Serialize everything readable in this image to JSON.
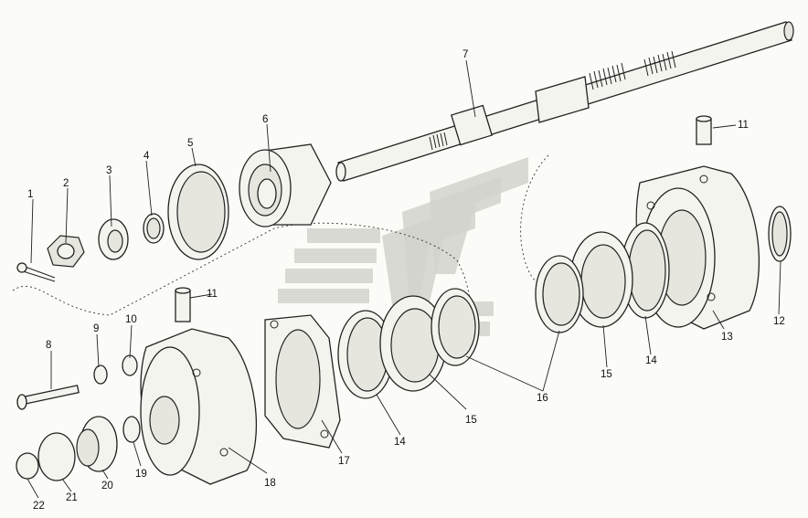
{
  "diagram": {
    "labels": [
      "1",
      "2",
      "3",
      "4",
      "5",
      "6",
      "7",
      "8",
      "9",
      "10",
      "11",
      "11",
      "12",
      "13",
      "14",
      "14",
      "15",
      "15",
      "16",
      "17",
      "18",
      "19",
      "20",
      "21",
      "22"
    ]
  }
}
